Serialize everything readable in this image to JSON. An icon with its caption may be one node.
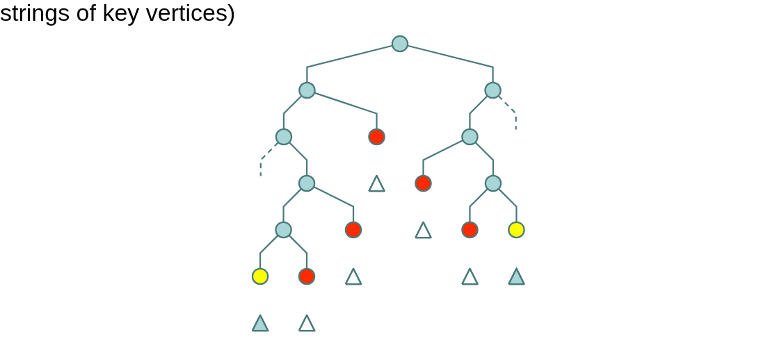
{
  "diagram": {
    "nodes": [
      {
        "text": [],
        "shape": "circle"
      },
      {
        "text": [],
        "shape": "circle"
      },
      {
        "text": [],
        "shape": "circle"
      },
      {
        "text": [],
        "shape": "circle"
      },
      {
        "text": [],
        "shape": "circle"
      },
      {
        "text": [],
        "shape": "circle"
      },
      {
        "text": [],
        "shape": "triangle"
      },
      {
        "text": [],
        "shape": "circle"
      },
      {
        "text": [],
        "shape": "circle"
      },
      {
        "text": [],
        "shape": "circle"
      },
      {
        "text": [],
        "shape": "triangle"
      },
      {
        "text": [],
        "shape": "circle"
      },
      {
        "text": [],
        "shape": "circle"
      },
      {
        "text": [],
        "shape": "triangle"
      },
      {
        "text": [],
        "shape": "circle"
      },
      {
        "text": [],
        "shape": "circle"
      },
      {
        "text": [],
        "shape": "circle"
      },
      {
        "text": [],
        "shape": "circle"
      },
      {
        "text": [],
        "shape": "triangle"
      },
      {
        "text": [],
        "shape": "triangle"
      },
      {
        "text": [],
        "shape": "triangle"
      },
      {
        "text": [],
        "shape": "triangle"
      }
    ],
    "edges": [
      {
        "from": 0,
        "to": 1,
        "arrow": "none"
      },
      {
        "from": 0,
        "to": 2,
        "arrow": "none"
      },
      {
        "from": 1,
        "to": 3,
        "arrow": "none"
      },
      {
        "from": 1,
        "to": 4,
        "arrow": "none"
      },
      {
        "from": 2,
        "to": 5,
        "arrow": "none"
      },
      {
        "from": 2,
        "to": null,
        "arrow": "none",
        "style": "dashed"
      },
      {
        "from": 3,
        "to": null,
        "arrow": "none",
        "style": "dashed"
      },
      {
        "from": 3,
        "to": 7,
        "arrow": "none"
      },
      {
        "from": 5,
        "to": 8,
        "arrow": "none"
      },
      {
        "from": 5,
        "to": 9,
        "arrow": "none"
      },
      {
        "from": 7,
        "to": 11,
        "arrow": "none"
      },
      {
        "from": 7,
        "to": 12,
        "arrow": "none"
      },
      {
        "from": 11,
        "to": 17,
        "arrow": "none"
      },
      {
        "from": 11,
        "to": 15,
        "arrow": "none"
      },
      {
        "from": 9,
        "to": 16,
        "arrow": "none"
      },
      {
        "from": 9,
        "to": 14,
        "arrow": "none"
      }
    ],
    "labels": [
      "strings of key vertices)"
    ]
  }
}
